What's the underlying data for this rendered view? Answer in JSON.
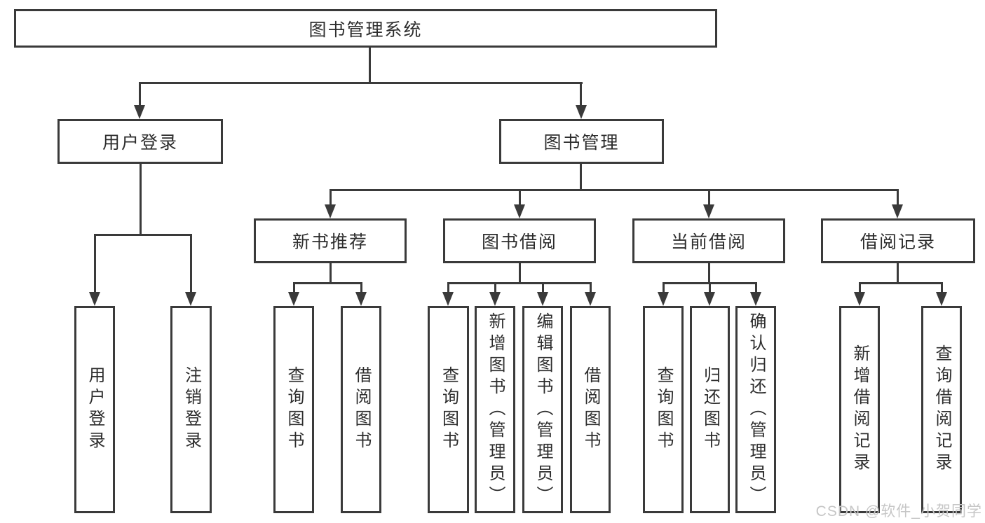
{
  "colors": {
    "line": "#3a3a3a",
    "text": "#2d2d2d",
    "background": "#ffffff",
    "watermark": "#c6c6c6"
  },
  "watermark": "CSDN @软件_小贺同学",
  "tree": {
    "label": "图书管理系统",
    "children": [
      {
        "label": "用户登录",
        "children": [
          {
            "label": "用户登录"
          },
          {
            "label": "注销登录"
          }
        ]
      },
      {
        "label": "图书管理",
        "children": [
          {
            "label": "新书推荐",
            "children": [
              {
                "label": "查询图书"
              },
              {
                "label": "借阅图书"
              }
            ]
          },
          {
            "label": "图书借阅",
            "children": [
              {
                "label": "查询图书"
              },
              {
                "label": "新增图书（管理员）"
              },
              {
                "label": "编辑图书（管理员）"
              },
              {
                "label": "借阅图书"
              }
            ]
          },
          {
            "label": "当前借阅",
            "children": [
              {
                "label": "查询图书"
              },
              {
                "label": "归还图书"
              },
              {
                "label": "确认归还（管理员）"
              }
            ]
          },
          {
            "label": "借阅记录",
            "children": [
              {
                "label": "新增借阅记录"
              },
              {
                "label": "查询借阅记录"
              }
            ]
          }
        ]
      }
    ]
  }
}
